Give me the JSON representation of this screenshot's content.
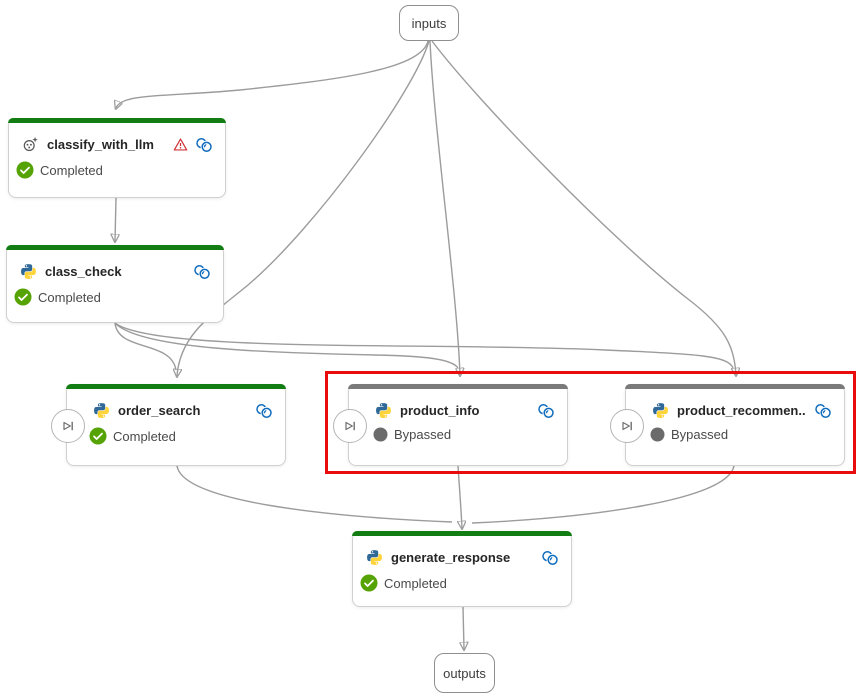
{
  "nodes": {
    "inputs": {
      "label": "inputs",
      "type": "input"
    },
    "classify_with_llm": {
      "label": "classify_with_llm",
      "tool": "llm",
      "status": "Completed",
      "has_warning": true
    },
    "class_check": {
      "label": "class_check",
      "tool": "python",
      "status": "Completed"
    },
    "order_search": {
      "label": "order_search",
      "tool": "python",
      "status": "Completed",
      "has_activate_config": true
    },
    "product_info": {
      "label": "product_info",
      "tool": "python",
      "status": "Bypassed",
      "has_activate_config": true
    },
    "product_recommendation": {
      "label": "product_recommen...",
      "tool": "python",
      "status": "Bypassed",
      "has_activate_config": true
    },
    "generate_response": {
      "label": "generate_response",
      "tool": "python",
      "status": "Completed"
    },
    "outputs": {
      "label": "outputs",
      "type": "output"
    }
  },
  "edges": [
    {
      "from": "inputs",
      "to": "classify_with_llm"
    },
    {
      "from": "inputs",
      "to": "order_search"
    },
    {
      "from": "inputs",
      "to": "product_info"
    },
    {
      "from": "inputs",
      "to": "product_recommendation"
    },
    {
      "from": "classify_with_llm",
      "to": "class_check"
    },
    {
      "from": "class_check",
      "to": "order_search"
    },
    {
      "from": "class_check",
      "to": "product_info"
    },
    {
      "from": "class_check",
      "to": "product_recommendation"
    },
    {
      "from": "order_search",
      "to": "generate_response"
    },
    {
      "from": "product_info",
      "to": "generate_response"
    },
    {
      "from": "product_recommendation",
      "to": "generate_response"
    },
    {
      "from": "generate_response",
      "to": "outputs"
    }
  ],
  "highlight": {
    "around": [
      "product_info",
      "product_recommendation"
    ],
    "color": "#e80c0c"
  },
  "colors": {
    "node_completed_bar": "#127d12",
    "node_bypassed_bar": "#7a7a7a",
    "status_completed": "#55a305",
    "status_bypassed": "#6b6b6b",
    "edge": "#9c9c9c",
    "link_icon": "#0f6cbd",
    "warning": "#d13438",
    "highlight": "#e80c0c",
    "python_blue": "#306998",
    "python_yellow": "#ffd43b"
  }
}
